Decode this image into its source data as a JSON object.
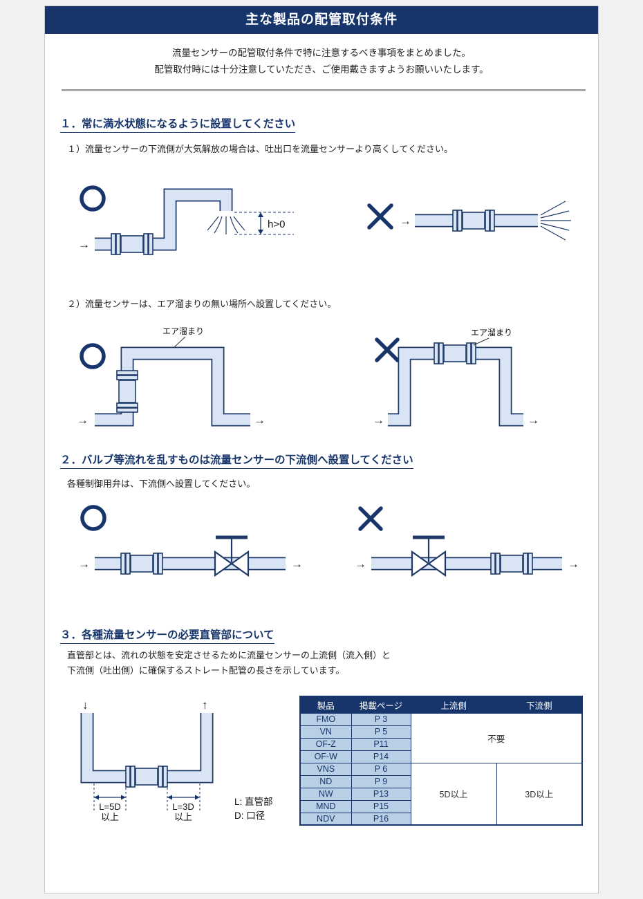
{
  "colors": {
    "navy": "#17356b",
    "pipe_fill": "#d9e5f5",
    "pipe_stroke": "#1f3a68",
    "table_header_bg": "#17356b",
    "table_cell_bg": "#b9cfe6"
  },
  "header": {
    "title": "主な製品の配管取付条件"
  },
  "intro": {
    "line1": "流量センサーの配管取付条件で特に注意するべき事項をまとめました。",
    "line2": "配管取付時には十分注意していただき、ご使用戴きますようお願いいたします。"
  },
  "glyphs": {
    "arrow_right": "→",
    "arrow_down": "↓",
    "arrow_up": "↑"
  },
  "section1": {
    "title": "１．常に満水状態になるように設置してください",
    "note1": "１）流量センサーの下流側が大気解放の場合は、吐出口を流量センサーより高くしてください。",
    "h_label": "h>0",
    "note2": "２）流量センサーは、エア溜まりの無い場所へ設置してください。",
    "air_label": "エア溜まり"
  },
  "section2": {
    "title": "２．バルブ等流れを乱すものは流量センサーの下流側へ設置してください",
    "note": "各種制御用弁は、下流側へ設置してください。"
  },
  "section3": {
    "title": "３．各種流量センサーの必要直管部について",
    "note1": "直管部とは、流れの状態を安定させるために流量センサーの上流側（流入側）と",
    "note2": "下流側（吐出側）に確保するストレート配管の長さを示しています。",
    "diagram": {
      "dim_left": "L=5D",
      "dim_left_min": "以上",
      "dim_right": "L=3D",
      "dim_right_min": "以上",
      "legend_l": "L: 直管部",
      "legend_d": "D: 口径"
    },
    "table": {
      "headers": [
        "製品",
        "掲載ページ",
        "上流側",
        "下流側"
      ],
      "rows": [
        {
          "product": "FMO",
          "page": "P 3"
        },
        {
          "product": "VN",
          "page": "P 5"
        },
        {
          "product": "OF-Z",
          "page": "P11"
        },
        {
          "product": "OF-W",
          "page": "P14"
        },
        {
          "product": "VNS",
          "page": "P 6"
        },
        {
          "product": "ND",
          "page": "P 9"
        },
        {
          "product": "NW",
          "page": "P13"
        },
        {
          "product": "MND",
          "page": "P15"
        },
        {
          "product": "NDV",
          "page": "P16"
        }
      ],
      "merged": {
        "not_required": "不要",
        "upstream_req": "5D以上",
        "downstream_req": "3D以上"
      }
    }
  }
}
